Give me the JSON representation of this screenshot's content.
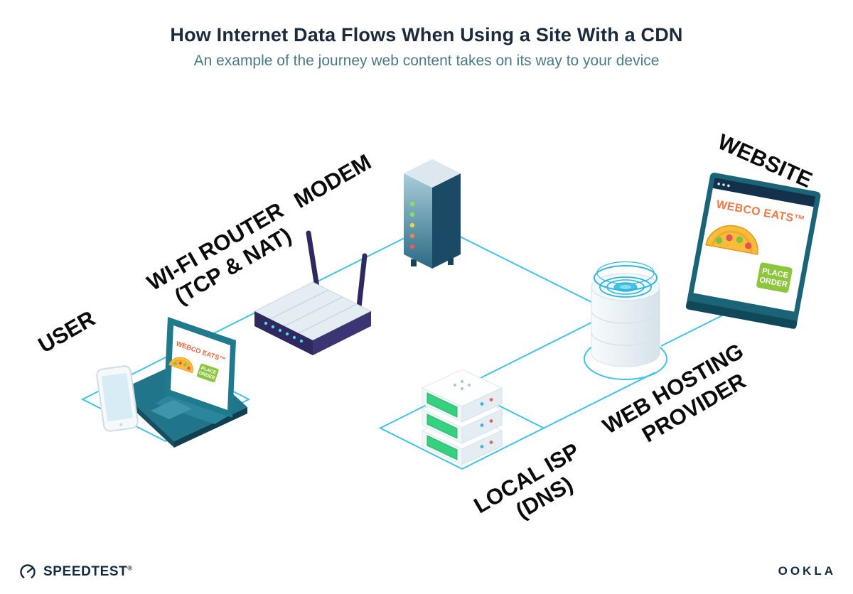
{
  "header": {
    "title": "How Internet Data Flows When Using a Site With a CDN",
    "subtitle": "An example of the journey web content takes on its way to your device"
  },
  "nodes": {
    "user": {
      "label": "USER"
    },
    "router": {
      "label_line1": "WI-FI ROUTER",
      "label_line2": "(TCP & NAT)"
    },
    "modem": {
      "label": "MODEM"
    },
    "isp": {
      "label_line1": "LOCAL ISP",
      "label_line2": "(DNS)"
    },
    "hosting": {
      "label_line1": "WEB HOSTING",
      "label_line2": "PROVIDER"
    },
    "website": {
      "label": "WEBSITE"
    }
  },
  "webco": {
    "brand": "WEBCO EATS™",
    "order_line1": "PLACE",
    "order_line2": "ORDER"
  },
  "footer": {
    "speedtest": "SPEEDTEST",
    "speedtest_mark": "®",
    "ookla": "OOKLA"
  },
  "colors": {
    "accent_cyan": "#3ec4e8",
    "title_navy": "#1b2a3c",
    "subtitle_teal": "#4a7a8a",
    "device_teal": "#1d7488",
    "device_indigo": "#2e2a60",
    "button_green": "#8cc63f",
    "server_green": "#36d17f",
    "brand_orange": "#ee7a44"
  }
}
